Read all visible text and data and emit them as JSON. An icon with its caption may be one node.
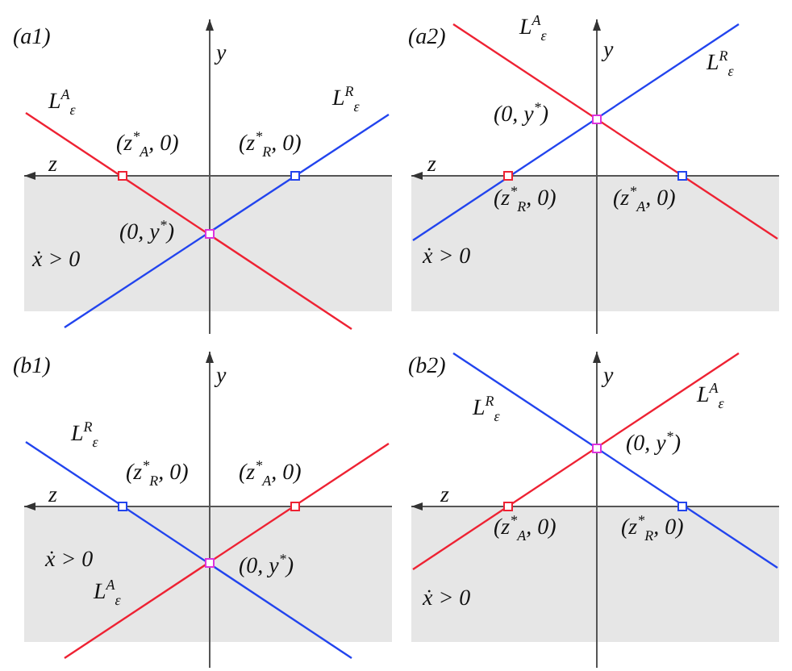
{
  "diagram": {
    "labels": [
      "(a1)",
      "y",
      "L$^{A}$$_{ε}$",
      "L$^{R}$$_{ε}$",
      "z",
      "(z$^{*}$$_{A}$, 0)",
      "(z$^{*}$$_{R}$, 0)",
      "(0, y$^{*}$)",
      "ẋ > 0",
      "(a2)",
      "L$^{A}$$_{ε}$",
      "y",
      "L$^{R}$$_{ε}$",
      "(0, y$^{*}$)",
      "z",
      "(z$^{*}$$_{R}$, 0)",
      "(z$^{*}$$_{A}$, 0)",
      "ẋ > 0",
      "(b1)",
      "y",
      "L$^{R}$$_{ε}$",
      "z",
      "(z$^{*}$$_{R}$, 0)",
      "(z$^{*}$$_{A}$, 0)",
      "ẋ > 0",
      "(0, y$^{*}$)",
      "L$^{A}$$_{ε}$",
      "(b2)",
      "y",
      "L$^{A}$$_{ε}$",
      "L$^{R}$$_{ε}$",
      "(0, y$^{*}$)",
      "z",
      "(z$^{*}$$_{A}$, 0)",
      "(z$^{*}$$_{R}$, 0)",
      "ẋ > 0"
    ]
  }
}
